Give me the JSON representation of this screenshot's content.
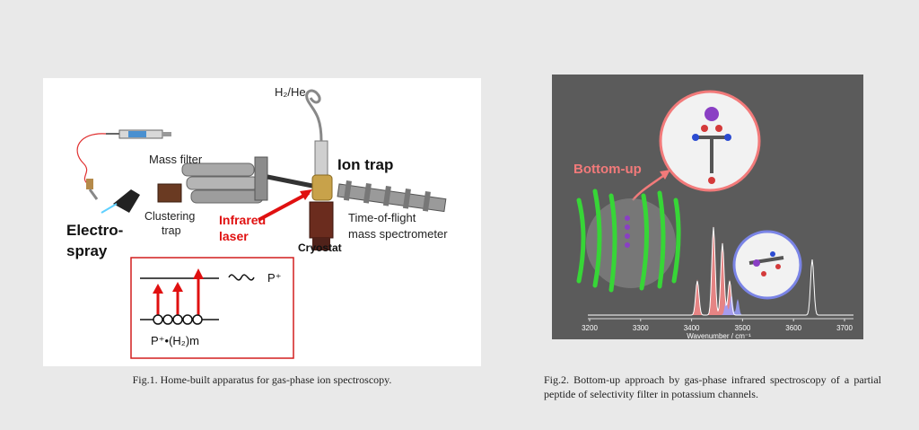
{
  "fig1": {
    "labels": {
      "gas": "H₂/He",
      "mass_filter": "Mass filter",
      "ion_trap": "Ion trap",
      "electrospray_line1": "Electro-",
      "electrospray_line2": "spray",
      "clustering_line1": "Clustering",
      "clustering_line2": "trap",
      "infrared_line1": "Infrared",
      "infrared_line2": "laser",
      "cryostat": "Cryostat",
      "tof_line1": "Time-of-flight",
      "tof_line2": "mass spectrometer",
      "product_ion": "P⁺",
      "cluster_ion": "P⁺•(H₂)m"
    },
    "caption": "Fig.1. Home-built apparatus for gas-phase ion spectroscopy.",
    "colors": {
      "accent": "#e01010",
      "frame": "#d21f1f"
    }
  },
  "fig2": {
    "label": "Bottom-up",
    "xaxis_ticks": [
      "3200",
      "3300",
      "3400",
      "3500",
      "3600",
      "3700"
    ],
    "xaxis_label": "Wavenumber / cm⁻¹",
    "caption": "Fig.2.  Bottom-up approach by gas-phase infrared spectroscopy of a partial peptide of selectivity filter in potassium channels.",
    "colors": {
      "label": "#f27a7a",
      "red_peaks": "#ff8c8c",
      "blue_peaks": "#9aa0ff",
      "baseline": "#ffffff"
    }
  }
}
